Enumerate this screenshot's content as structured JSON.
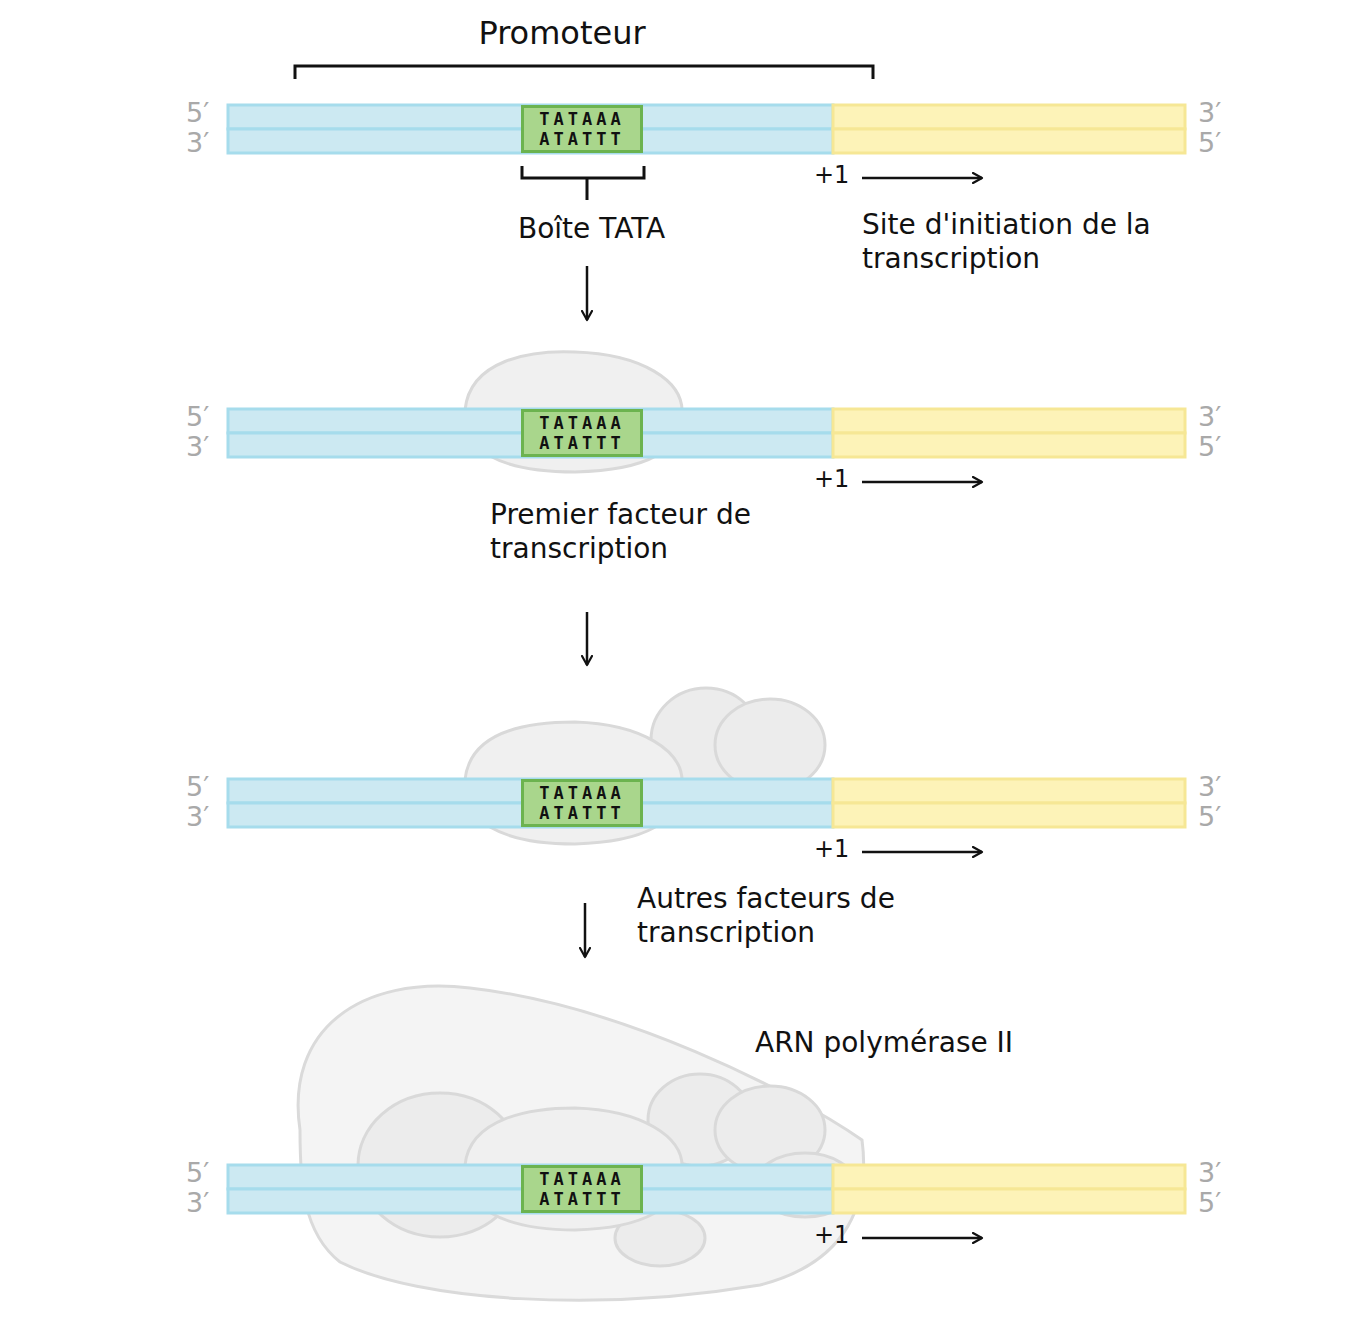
{
  "diagram": {
    "nodes": [
      {
        "text": [
          "TATAAA",
          "ATATTT"
        ]
      },
      {
        "text": [
          "TATAAA",
          "ATATTT"
        ]
      },
      {
        "text": [
          "TATAAA",
          "ATATTT"
        ]
      },
      {
        "text": [
          "TATAAA",
          "ATATTT"
        ]
      }
    ],
    "labels": [
      "Promoteur",
      "5′",
      "3′",
      "3′",
      "5′",
      "+1",
      "Boîte TATA",
      "Site d'initiation de la transcription",
      "5′",
      "3′",
      "3′",
      "5′",
      "+1",
      "Premier facteur de transcription",
      "5′",
      "3′",
      "3′",
      "5′",
      "+1",
      "Autres facteurs de transcription",
      "ARN polymérase II",
      "5′",
      "3′",
      "3′",
      "5′",
      "+1"
    ]
  }
}
